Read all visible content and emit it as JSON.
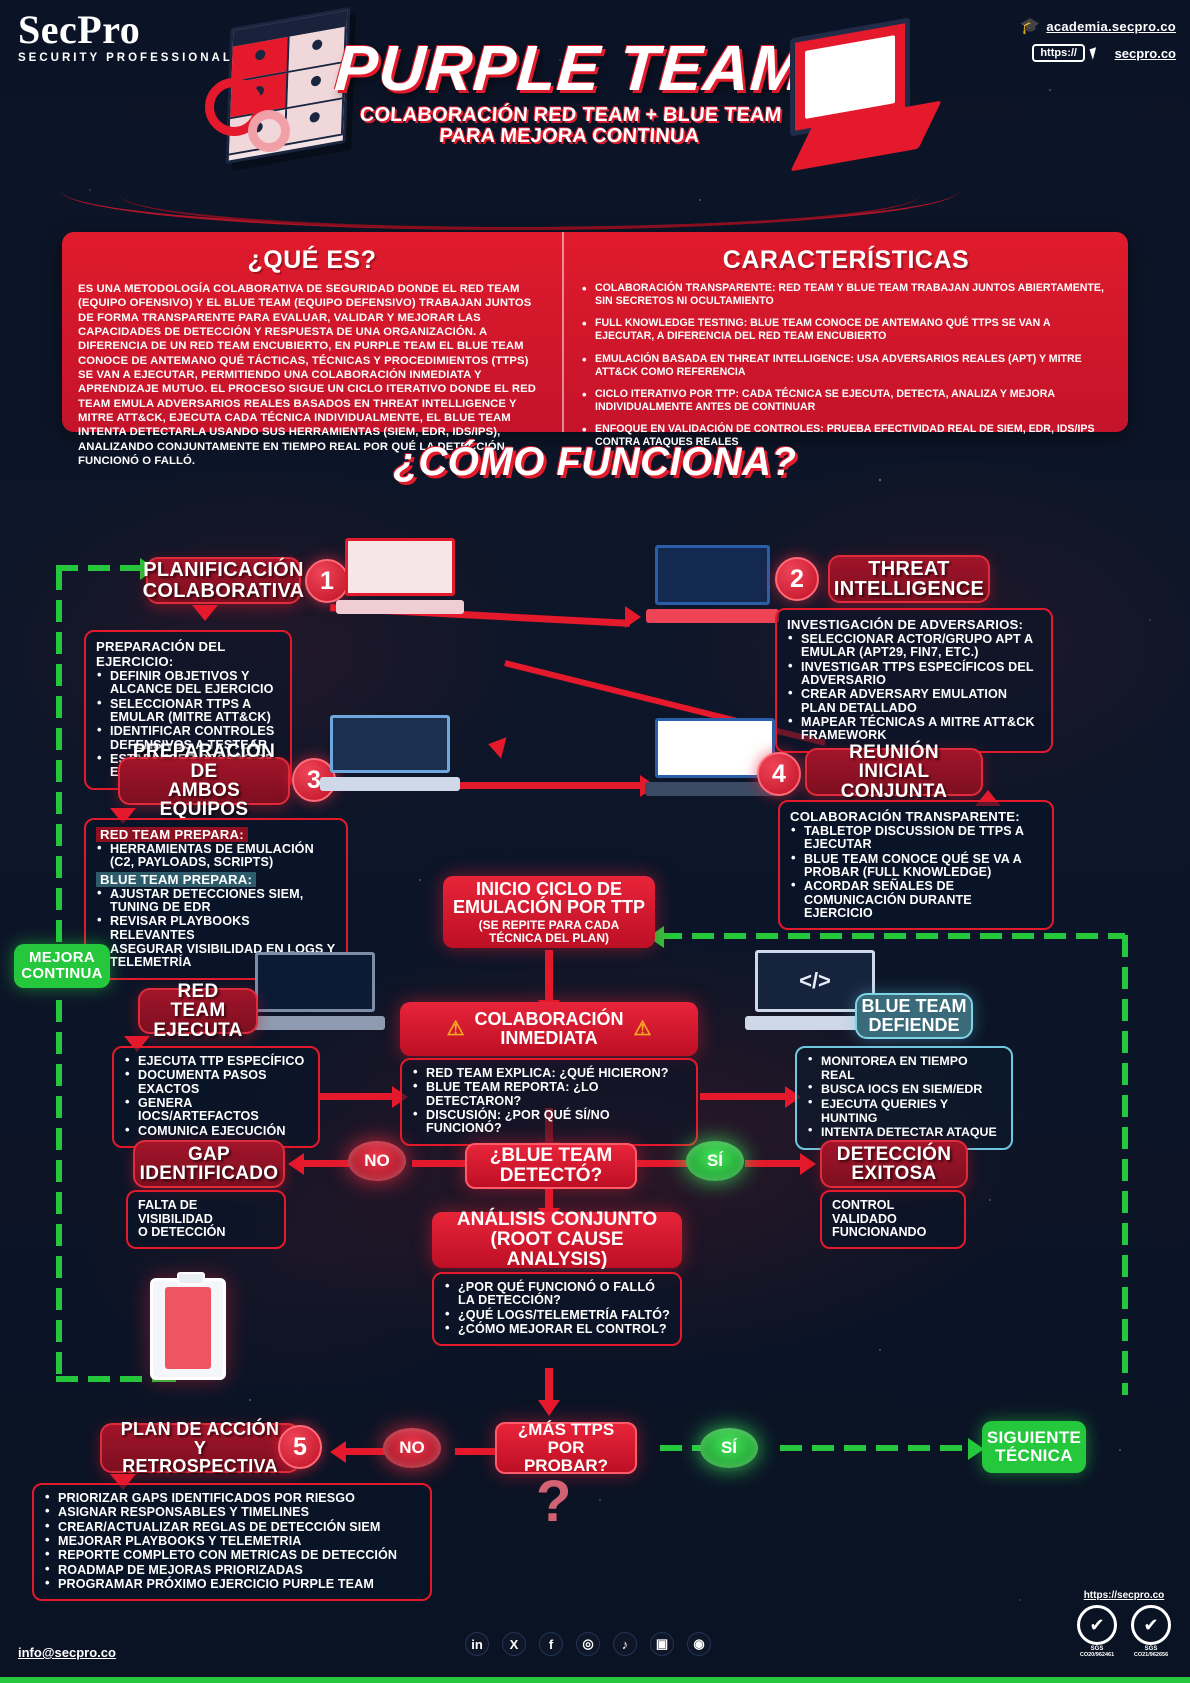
{
  "brand": {
    "logo_main": "SecPro",
    "logo_sub": "SECURITY PROFESSIONALS",
    "academia_link": "academia.secpro.co",
    "url_prefix": "https://",
    "url_domain": "secpro.co"
  },
  "header": {
    "title": "PURPLE TEAM",
    "subtitle_line1": "COLABORACIÓN RED TEAM + BLUE TEAM",
    "subtitle_line2": "PARA MEJORA CONTINUA"
  },
  "what_is": {
    "heading": "¿QUÉ ES?",
    "body": "ES UNA METODOLOGÍA COLABORATIVA DE SEGURIDAD DONDE EL RED TEAM (EQUIPO OFENSIVO) Y EL BLUE TEAM (EQUIPO DEFENSIVO) TRABAJAN JUNTOS DE FORMA TRANSPARENTE PARA EVALUAR, VALIDAR Y MEJORAR LAS CAPACIDADES DE DETECCIÓN Y RESPUESTA DE UNA ORGANIZACIÓN. A DIFERENCIA DE UN RED TEAM ENCUBIERTO, EN PURPLE TEAM EL BLUE TEAM CONOCE DE ANTEMANO QUÉ TÁCTICAS, TÉCNICAS Y PROCEDIMIENTOS (TTPS) SE VAN A EJECUTAR, PERMITIENDO UNA COLABORACIÓN INMEDIATA Y APRENDIZAJE MUTUO. EL PROCESO SIGUE UN CICLO ITERATIVO DONDE EL RED TEAM EMULA ADVERSARIOS REALES BASADOS EN THREAT INTELLIGENCE Y MITRE ATT&CK, EJECUTA CADA TÉCNICA INDIVIDUALMENTE, EL BLUE TEAM INTENTA DETECTARLA USANDO SUS HERRAMIENTAS (SIEM, EDR, IDS/IPS), ANALIZANDO CONJUNTAMENTE EN TIEMPO REAL POR QUÉ LA DETECCIÓN FUNCIONÓ O FALLÓ."
  },
  "features": {
    "heading": "CARACTERÍSTICAS",
    "items": [
      "COLABORACIÓN TRANSPARENTE: RED TEAM Y BLUE TEAM TRABAJAN JUNTOS ABIERTAMENTE, SIN SECRETOS NI OCULTAMIENTO",
      "FULL KNOWLEDGE TESTING: BLUE TEAM CONOCE DE ANTEMANO QUÉ TTPS SE VAN A EJECUTAR, A DIFERENCIA DEL RED TEAM ENCUBIERTO",
      "EMULACIÓN BASADA EN THREAT INTELLIGENCE: USA ADVERSARIOS REALES (APT) Y MITRE ATT&CK COMO REFERENCIA",
      "CICLO ITERATIVO POR TTP: CADA TÉCNICA SE EJECUTA, DETECTA, ANALIZA Y MEJORA INDIVIDUALMENTE ANTES DE CONTINUAR",
      "ENFOQUE EN VALIDACIÓN DE CONTROLES: PRUEBA EFECTIVIDAD REAL DE SIEM, EDR, IDS/IPS CONTRA ATAQUES REALES"
    ]
  },
  "how_heading": "¿CÓMO FUNCIONA?",
  "flow": {
    "step1": {
      "number": "1",
      "title_l1": "PLANIFICACIÓN",
      "title_l2": "COLABORATIVA",
      "lead": "PREPARACIÓN DEL EJERCICIO:",
      "items": [
        "DEFINIR OBJETIVOS Y ALCANCE DEL EJERCICIO",
        "SELECCIONAR TTPS A EMULAR (MITRE ATT&CK)",
        "IDENTIFICAR CONTROLES DEFENSIVOS A TESTEAR",
        "ESTABLECER REGLAS DE ENGAGEMENT Y TIMELINE"
      ]
    },
    "step2": {
      "number": "2",
      "title_l1": "THREAT",
      "title_l2": "INTELLIGENCE",
      "lead": "INVESTIGACIÓN DE ADVERSARIOS:",
      "items": [
        "SELECCIONAR ACTOR/GRUPO APT A EMULAR (APT29, FIN7, ETC.)",
        "INVESTIGAR TTPS ESPECÍFICOS DEL ADVERSARIO",
        "CREAR ADVERSARY EMULATION PLAN DETALLADO",
        " MAPEAR TÉCNICAS A MITRE ATT&CK FRAMEWORK"
      ]
    },
    "step3": {
      "number": "3",
      "title_l1": "PREPARACIÓN DE",
      "title_l2": "AMBOS EQUIPOS",
      "red_lead": "RED TEAM PREPARA:",
      "red_items": [
        "HERRAMIENTAS DE EMULACIÓN (C2, PAYLOADS, SCRIPTS)"
      ],
      "blue_lead": "BLUE TEAM PREPARA:",
      "blue_items": [
        "AJUSTAR DETECCIONES SIEM, TUNING DE EDR",
        "REVISAR PLAYBOOKS RELEVANTES",
        "ASEGURAR VISIBILIDAD EN LOGS Y TELEMETRÍA"
      ]
    },
    "step4": {
      "number": "4",
      "title_l1": "REUNIÓN INICIAL",
      "title_l2": "CONJUNTA",
      "lead": "COLABORACIÓN TRANSPARENTE:",
      "items": [
        "TABLETOP DISCUSSION DE TTPS A EJECUTAR",
        "BLUE TEAM CONOCE QUÉ SE VA A PROBAR (FULL KNOWLEDGE)",
        "ACORDAR SEÑALES DE COMUNICACIÓN DURANTE EJERCICIO"
      ]
    },
    "cycle_start": {
      "title_l1": "INICIO CICLO DE",
      "title_l2": "EMULACIÓN POR TTP",
      "sub_l1": "(SE REPITE PARA CADA",
      "sub_l2": "TÉCNICA DEL PLAN)"
    },
    "mejora_continua": {
      "l1": "MEJORA",
      "l2": "CONTINUA"
    },
    "red_team_exec": {
      "title_l1": "RED TEAM",
      "title_l2": "EJECUTA",
      "items": [
        "EJECUTA TTP ESPECÍFICO",
        "DOCUMENTA PASOS EXACTOS",
        "GENERA IOCS/ARTEFACTOS",
        "COMUNICA EJECUCIÓN"
      ]
    },
    "collab": {
      "title_l1": "COLABORACIÓN",
      "title_l2": "INMEDIATA",
      "items": [
        "RED TEAM EXPLICA: ¿QUÉ HICIERON?",
        "BLUE TEAM REPORTA: ¿LO DETECTARON?",
        "DISCUSIÓN: ¿POR QUÉ SÍ/NO FUNCIONÓ?"
      ]
    },
    "blue_team_def": {
      "title_l1": "BLUE TEAM",
      "title_l2": "DEFIENDE",
      "items": [
        "MONITOREA EN TIEMPO REAL",
        "BUSCA IOCS EN SIEM/EDR",
        "EJECUTA QUERIES Y HUNTING",
        "INTENTA DETECTAR ATAQUE"
      ]
    },
    "decision_detect": {
      "l1": "¿BLUE TEAM",
      "l2": "DETECTÓ?"
    },
    "badge_no": "NO",
    "badge_si": "SÍ",
    "gap": {
      "title_l1": "GAP",
      "title_l2": "IDENTIFICADO",
      "body_l1": "FALTA DE VISIBILIDAD",
      "body_l2": "O DETECCIÓN"
    },
    "success": {
      "title_l1": "DETECCIÓN",
      "title_l2": "EXITOSA",
      "body_l1": "CONTROL VALIDADO",
      "body_l2": "FUNCIONANDO"
    },
    "rca": {
      "title_l1": "ANÁLISIS CONJUNTO",
      "title_l2": "(ROOT CAUSE ANALYSIS)",
      "items": [
        "¿POR QUÉ FUNCIONÓ O FALLÓ LA DETECCIÓN?",
        "¿QUÉ LOGS/TELEMETRÍA FALTÓ?",
        "¿CÓMO MEJORAR EL CONTROL?"
      ]
    },
    "more_ttps": {
      "l1": "¿MÁS TTPS",
      "l2": "POR PROBAR?"
    },
    "badge_no2": "NO",
    "badge_si2": "SÍ",
    "next_tech": {
      "l1": "SIGUIENTE",
      "l2": "TÉCNICA"
    },
    "step5": {
      "number": "5",
      "title_l1": "PLAN DE ACCIÓN Y",
      "title_l2": "RETROSPECTIVA",
      "items": [
        "PRIORIZAR GAPS IDENTIFICADOS POR RIESGO",
        "ASIGNAR RESPONSABLES Y TIMELINES",
        "CREAR/ACTUALIZAR REGLAS DE DETECCIÓN SIEM",
        "MEJORAR PLAYBOOKS Y TELEMETRIA",
        "REPORTE COMPLETO CON METRICAS DE DETECCIÓN",
        "ROADMAP DE MEJORAS PRIORIZADAS",
        "PROGRAMAR PRÓXIMO EJERCICIO PURPLE TEAM"
      ]
    }
  },
  "footer": {
    "email": "info@secpro.co",
    "site_url": "https://secpro.co",
    "social": [
      "in",
      "X",
      "f",
      "◎",
      "♪",
      "▣",
      "◉"
    ],
    "cert1_name": "SGS",
    "cert1_code": "CO20/962461",
    "cert2_name": "SGS",
    "cert2_code": "CO21/962656"
  },
  "colors": {
    "red": "#e4192b",
    "dark_red": "#a2142a",
    "green": "#25c83c",
    "teal": "#3a6b7a",
    "bg": "#0b1426"
  }
}
